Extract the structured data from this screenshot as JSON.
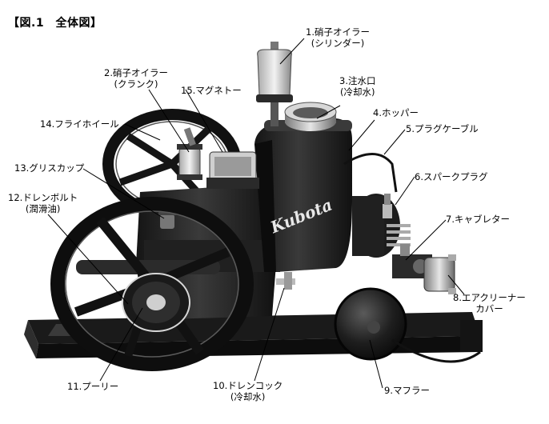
{
  "figure": {
    "title": "【図.1　全体図】"
  },
  "brand_logo": {
    "text": "Kubota"
  },
  "labels": {
    "l1": {
      "line1": "1.硝子オイラー",
      "line2": "(シリンダー)"
    },
    "l2": {
      "line1": "2.硝子オイラー",
      "line2": "(クランク)"
    },
    "l3": {
      "line1": "3.注水口",
      "line2": "(冷却水)"
    },
    "l4": {
      "line1": "4.ホッパー"
    },
    "l5": {
      "line1": "5.プラグケーブル"
    },
    "l6": {
      "line1": "6.スパークプラグ"
    },
    "l7": {
      "line1": "7.キャブレター"
    },
    "l8": {
      "line1": "8.エアクリーナー",
      "line2": "カバー"
    },
    "l9": {
      "line1": "9.マフラー"
    },
    "l10": {
      "line1": "10.ドレンコック",
      "line2": "(冷却水)"
    },
    "l11": {
      "line1": "11.プーリー"
    },
    "l12": {
      "line1": "12.ドレンボルト",
      "line2": "(潤滑油)"
    },
    "l13": {
      "line1": "13.グリスカップ"
    },
    "l14": {
      "line1": "14.フライホイール"
    },
    "l15": {
      "line1": "15.マグネトー"
    }
  }
}
